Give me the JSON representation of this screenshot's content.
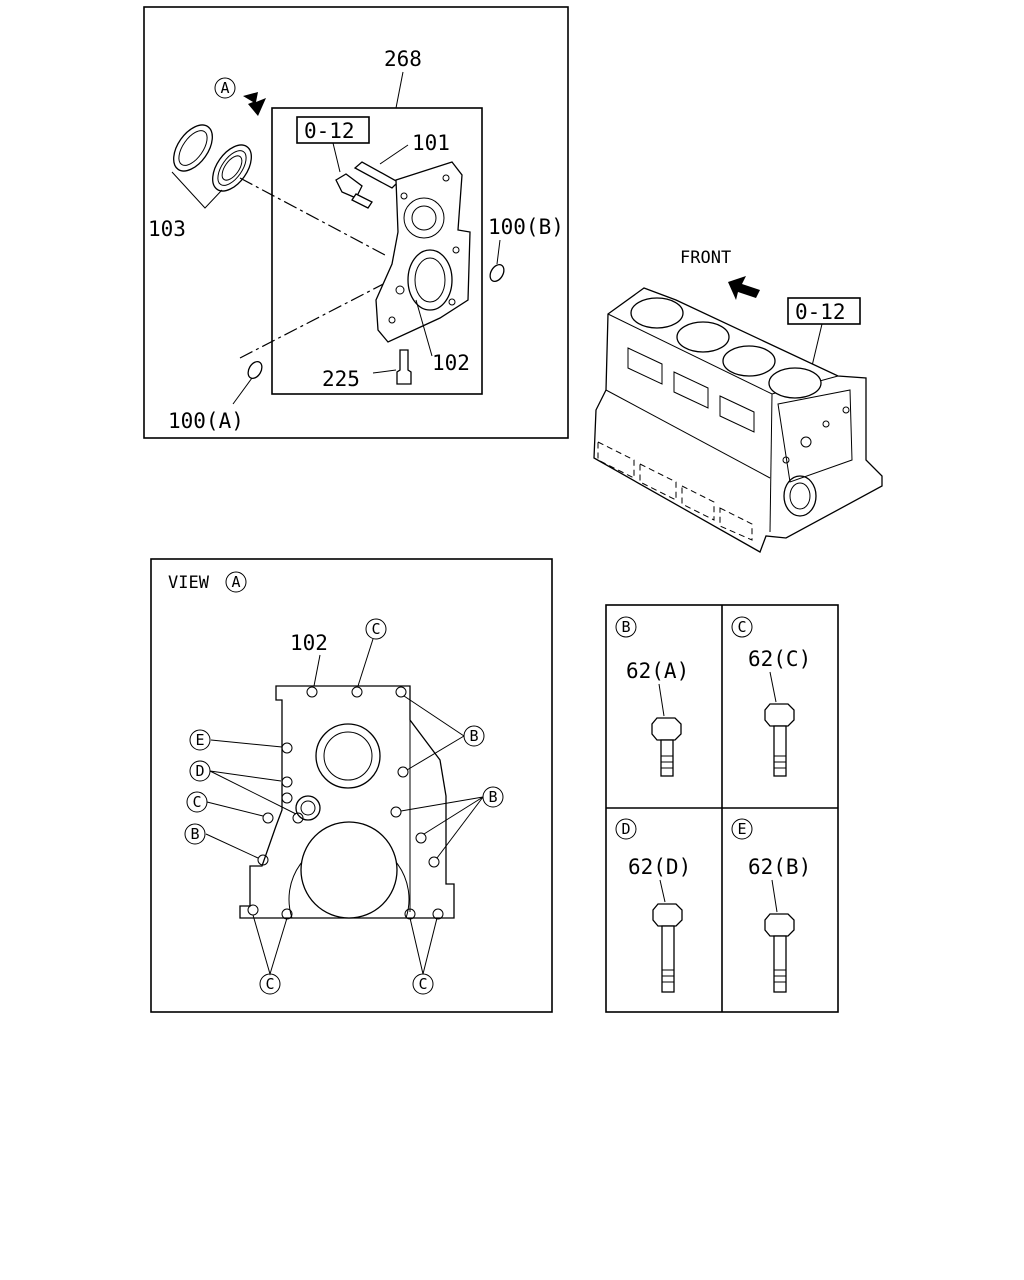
{
  "top_left": {
    "view_marker": "A",
    "assembly_ref": "0-12",
    "labels": {
      "p268": "268",
      "p101": "101",
      "p103": "103",
      "p100b": "100(B)",
      "p102": "102",
      "p225": "225",
      "p100a": "100(A)"
    }
  },
  "top_right": {
    "front_label": "FRONT",
    "assembly_ref": "0-12"
  },
  "view_a": {
    "title_prefix": "VIEW",
    "title_marker": "A",
    "part_label": "102",
    "markers": [
      "C",
      "E",
      "D",
      "C",
      "B",
      "B",
      "B",
      "C",
      "C"
    ]
  },
  "bolt_table": {
    "cells": [
      {
        "marker": "B",
        "label": "62(A)"
      },
      {
        "marker": "C",
        "label": "62(C)"
      },
      {
        "marker": "D",
        "label": "62(D)"
      },
      {
        "marker": "E",
        "label": "62(B)"
      }
    ]
  }
}
